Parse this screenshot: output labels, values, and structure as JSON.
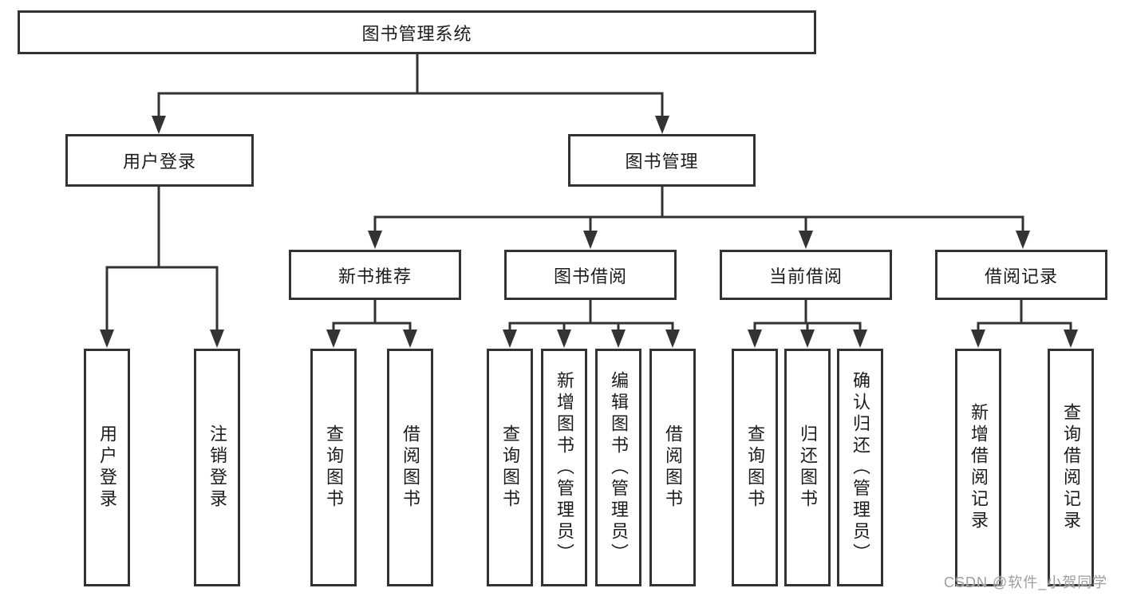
{
  "diagram": {
    "type": "tree",
    "root": "图书管理系统",
    "level2": {
      "user_login": "用户登录",
      "book_mgmt": "图书管理"
    },
    "level3": {
      "new_book_rec": "新书推荐",
      "book_borrow": "图书借阅",
      "current_borrow": "当前借阅",
      "borrow_record": "借阅记录"
    },
    "leaves": {
      "user_login": [
        "用户登录",
        "注销登录"
      ],
      "new_book_rec": [
        "查询图书",
        "借阅图书"
      ],
      "book_borrow": [
        "查询图书",
        "新增图书（管理员）",
        "编辑图书（管理员）",
        "借阅图书"
      ],
      "current_borrow": [
        "查询图书",
        "归还图书",
        "确认归还（管理员）"
      ],
      "borrow_record": [
        "新增借阅记录",
        "查询借阅记录"
      ]
    }
  },
  "watermark": {
    "text": "CSDN @软件_小贺同学",
    "color": "#9e9e9e"
  },
  "colors": {
    "line": "#333333",
    "box_border": "#333333",
    "box_fill": "#ffffff",
    "text": "#1c1c1c",
    "background": "#ffffff"
  }
}
